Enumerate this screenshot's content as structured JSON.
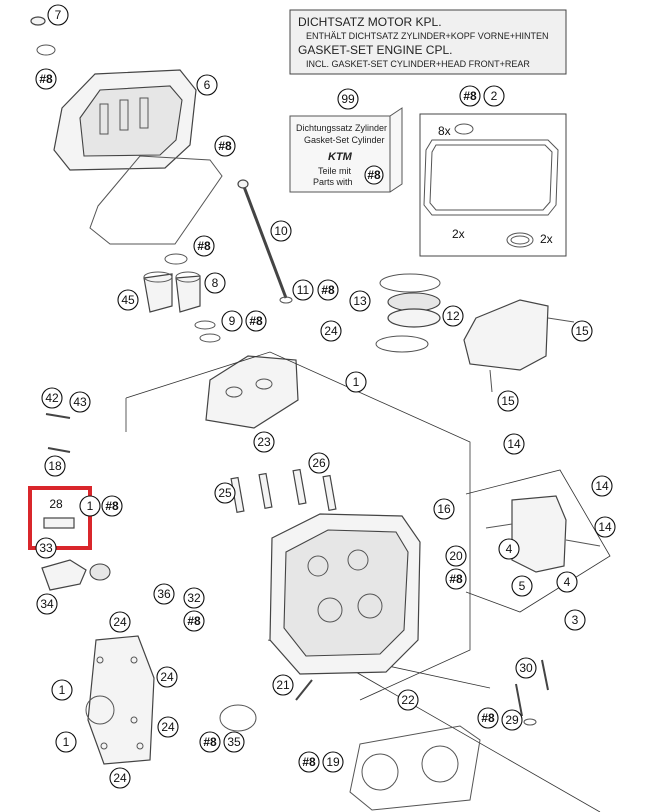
{
  "header": {
    "line1": "DICHTSATZ MOTOR KPL.",
    "line2": "ENTHÄLT DICHTSATZ ZYLINDER+KOPF VORNE+HINTEN",
    "line3": "GASKET-SET ENGINE CPL.",
    "line4": "INCL. GASKET-SET CYLINDER+HEAD FRONT+REAR"
  },
  "kit_box": {
    "line1": "Dichtungssatz Zylinder",
    "line2": "Gasket-Set Cylinder",
    "logo": "KTM",
    "line3": "Teile mit",
    "line4": "Parts with",
    "badge": "#8"
  },
  "quantities": {
    "q8x": "8x",
    "q2x_a": "2x",
    "q2x_b": "2x"
  },
  "highlight_label": "28",
  "callouts": [
    {
      "id": "c7",
      "text": "7"
    },
    {
      "id": "c8a",
      "text": "#8"
    },
    {
      "id": "c6",
      "text": "6"
    },
    {
      "id": "c8b",
      "text": "#8"
    },
    {
      "id": "c99",
      "text": "99"
    },
    {
      "id": "c8c",
      "text": "#8"
    },
    {
      "id": "c2",
      "text": "2"
    },
    {
      "id": "c10",
      "text": "10"
    },
    {
      "id": "c8d",
      "text": "#8"
    },
    {
      "id": "c45",
      "text": "45"
    },
    {
      "id": "c8",
      "text": "8"
    },
    {
      "id": "c9",
      "text": "9"
    },
    {
      "id": "c8e",
      "text": "#8"
    },
    {
      "id": "c11",
      "text": "11"
    },
    {
      "id": "c8f",
      "text": "#8"
    },
    {
      "id": "c13",
      "text": "13"
    },
    {
      "id": "c12",
      "text": "12"
    },
    {
      "id": "c15a",
      "text": "15"
    },
    {
      "id": "c24a",
      "text": "24"
    },
    {
      "id": "c1a",
      "text": "1"
    },
    {
      "id": "c15b",
      "text": "15"
    },
    {
      "id": "c42",
      "text": "42"
    },
    {
      "id": "c43",
      "text": "43"
    },
    {
      "id": "c23",
      "text": "23"
    },
    {
      "id": "c14a",
      "text": "14"
    },
    {
      "id": "c18",
      "text": "18"
    },
    {
      "id": "c26",
      "text": "26"
    },
    {
      "id": "c14b",
      "text": "14"
    },
    {
      "id": "c1b",
      "text": "1"
    },
    {
      "id": "c8g",
      "text": "#8"
    },
    {
      "id": "c25",
      "text": "25"
    },
    {
      "id": "c16",
      "text": "16"
    },
    {
      "id": "c14c",
      "text": "14"
    },
    {
      "id": "c33",
      "text": "33"
    },
    {
      "id": "c20",
      "text": "20"
    },
    {
      "id": "c4a",
      "text": "4"
    },
    {
      "id": "c8h",
      "text": "#8"
    },
    {
      "id": "c5",
      "text": "5"
    },
    {
      "id": "c4b",
      "text": "4"
    },
    {
      "id": "c34",
      "text": "34"
    },
    {
      "id": "c36",
      "text": "36"
    },
    {
      "id": "c32",
      "text": "32"
    },
    {
      "id": "c8i",
      "text": "#8"
    },
    {
      "id": "c3",
      "text": "3"
    },
    {
      "id": "c24b",
      "text": "24"
    },
    {
      "id": "c24c",
      "text": "24"
    },
    {
      "id": "c1c",
      "text": "1"
    },
    {
      "id": "c21",
      "text": "21"
    },
    {
      "id": "c22",
      "text": "22"
    },
    {
      "id": "c30",
      "text": "30"
    },
    {
      "id": "c24d",
      "text": "24"
    },
    {
      "id": "c1d",
      "text": "1"
    },
    {
      "id": "c8j",
      "text": "#8"
    },
    {
      "id": "c35",
      "text": "35"
    },
    {
      "id": "c8k",
      "text": "#8"
    },
    {
      "id": "c29",
      "text": "29"
    },
    {
      "id": "c24e",
      "text": "24"
    },
    {
      "id": "c8l",
      "text": "#8"
    },
    {
      "id": "c19",
      "text": "19"
    }
  ],
  "colors": {
    "highlight": "#d9262b",
    "line": "#333333"
  }
}
